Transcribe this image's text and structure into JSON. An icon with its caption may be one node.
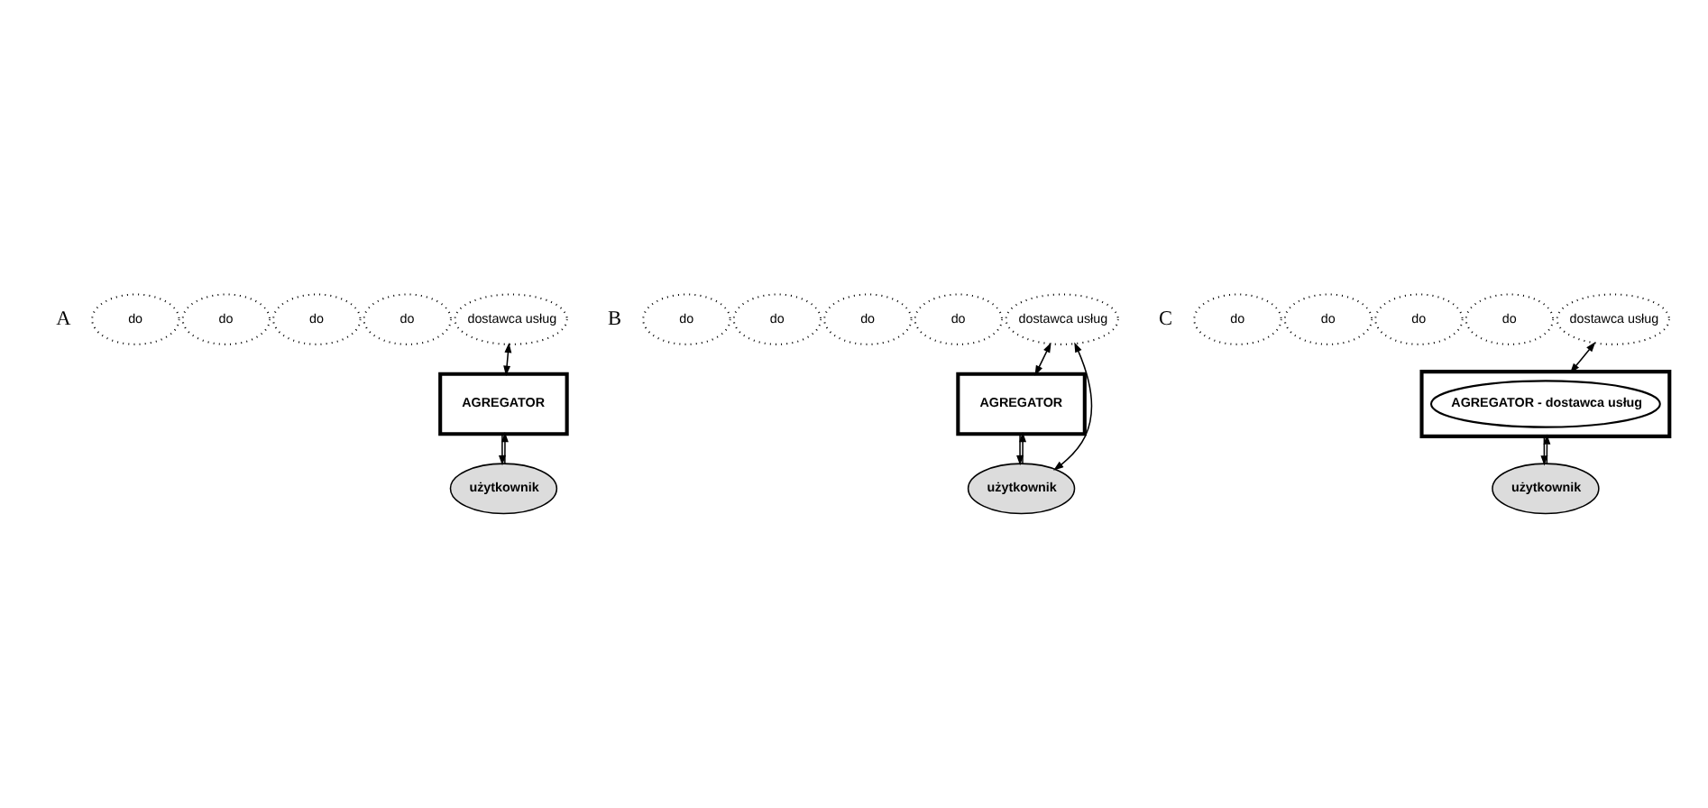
{
  "diagram": {
    "nodes": [
      {
        "text": [
          "do"
        ]
      },
      {
        "text": [
          "do"
        ]
      },
      {
        "text": [
          "do"
        ]
      },
      {
        "text": [
          "do"
        ]
      },
      {
        "text": [
          "dostawca usług"
        ]
      },
      {
        "text": [
          "AGREGATOR"
        ]
      },
      {
        "text": [
          "użytkownik"
        ]
      },
      {
        "text": [
          "do"
        ]
      },
      {
        "text": [
          "do"
        ]
      },
      {
        "text": [
          "do"
        ]
      },
      {
        "text": [
          "do"
        ]
      },
      {
        "text": [
          "dostawca usług"
        ]
      },
      {
        "text": [
          "AGREGATOR"
        ]
      },
      {
        "text": [
          "użytkownik"
        ]
      },
      {
        "text": [
          "do"
        ]
      },
      {
        "text": [
          "do"
        ]
      },
      {
        "text": [
          "do"
        ]
      },
      {
        "text": [
          "do"
        ]
      },
      {
        "text": [
          "dostawca usług"
        ]
      },
      {
        "text": [],
        "shape": "box"
      },
      {
        "text": [
          "AGREGATOR - dostawca usług"
        ],
        "in": 19
      },
      {
        "text": [
          "użytkownik"
        ]
      }
    ],
    "edges": [
      {
        "from": 4,
        "to": 5,
        "arrow": "both"
      },
      {
        "from": 5,
        "to": 6,
        "arrow": "to"
      },
      {
        "from": 6,
        "to": 5,
        "arrow": "to"
      },
      {
        "from": 11,
        "to": 12,
        "arrow": "both"
      },
      {
        "from": 12,
        "to": 13,
        "arrow": "to"
      },
      {
        "from": 13,
        "to": 12,
        "arrow": "to"
      },
      {
        "from": 11,
        "to": 13,
        "arrow": "both"
      },
      {
        "from": 18,
        "to": 19,
        "arrow": "both"
      },
      {
        "from": 19,
        "to": 21,
        "arrow": "to"
      },
      {
        "from": 21,
        "to": 19,
        "arrow": "to"
      }
    ],
    "labels": [
      "A",
      "B",
      "C"
    ]
  }
}
